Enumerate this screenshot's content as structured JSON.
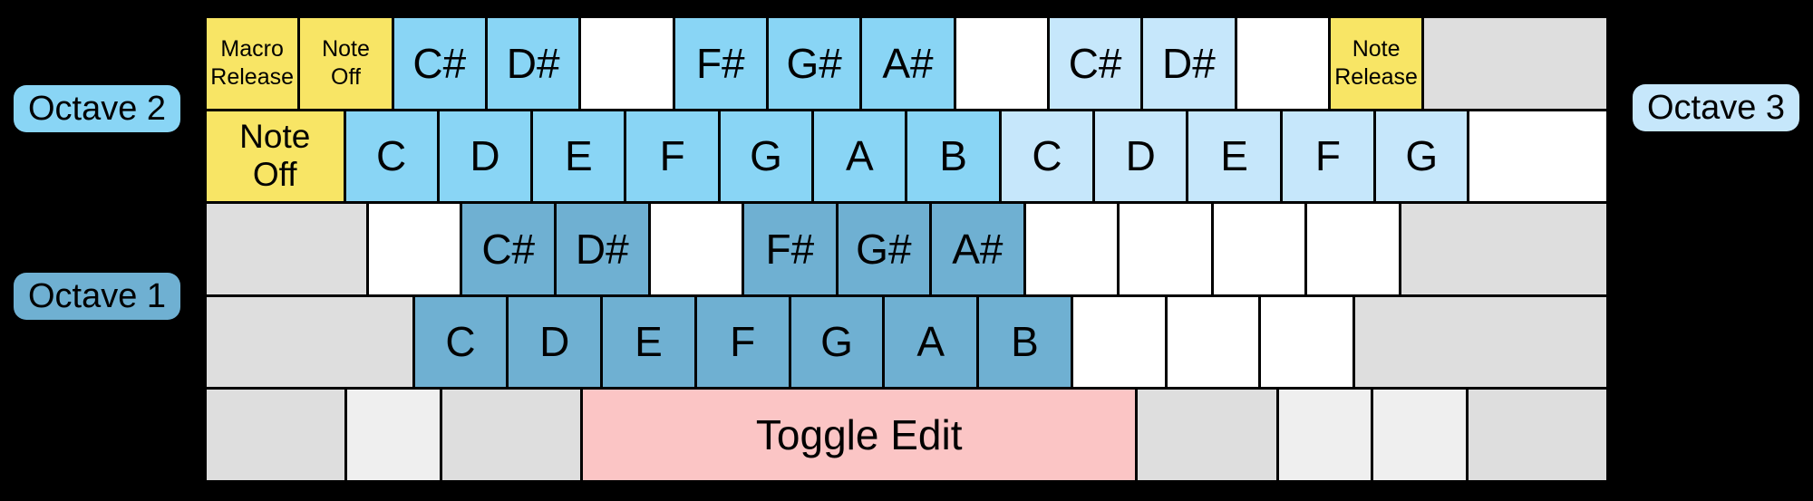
{
  "diagram": {
    "octave_labels": {
      "left_top": "Octave 2",
      "left_bottom": "Octave 1",
      "right_top": "Octave 3"
    }
  },
  "colors": {
    "octave1": "#6FB0D2",
    "octave2": "#89D5F5",
    "octave3": "#C6E7FB",
    "function_yellow": "#F8E565",
    "toggle_pink": "#FBC5C5",
    "blank_white": "#FFFFFF",
    "gray": "#DEDEDE",
    "gray_light": "#EFEFEF"
  },
  "keyboard": {
    "rows": [
      {
        "keys": [
          {
            "name": "key-macro-release",
            "label": "Macro\nRelease",
            "color": "function_yellow",
            "units": 1,
            "size": "small"
          },
          {
            "name": "key-note-off-top",
            "label": "Note\nOff",
            "color": "function_yellow",
            "units": 1,
            "size": "small"
          },
          {
            "name": "key-csharp-oct2",
            "label": "C#",
            "color": "octave2",
            "units": 1
          },
          {
            "name": "key-dsharp-oct2",
            "label": "D#",
            "color": "octave2",
            "units": 1
          },
          {
            "name": "key-blank",
            "label": "",
            "color": "blank_white",
            "units": 1
          },
          {
            "name": "key-fsharp-oct2",
            "label": "F#",
            "color": "octave2",
            "units": 1
          },
          {
            "name": "key-gsharp-oct2",
            "label": "G#",
            "color": "octave2",
            "units": 1
          },
          {
            "name": "key-asharp-oct2",
            "label": "A#",
            "color": "octave2",
            "units": 1
          },
          {
            "name": "key-blank",
            "label": "",
            "color": "blank_white",
            "units": 1
          },
          {
            "name": "key-csharp-oct3",
            "label": "C#",
            "color": "octave3",
            "units": 1
          },
          {
            "name": "key-dsharp-oct3",
            "label": "D#",
            "color": "octave3",
            "units": 1
          },
          {
            "name": "key-blank",
            "label": "",
            "color": "blank_white",
            "units": 1
          },
          {
            "name": "key-note-release",
            "label": "Note\nRelease",
            "color": "function_yellow",
            "units": 1,
            "size": "small"
          },
          {
            "name": "key-backspace-unmapped",
            "label": "",
            "color": "gray",
            "units": 2
          }
        ]
      },
      {
        "keys": [
          {
            "name": "key-note-off",
            "label": "Note\nOff",
            "color": "function_yellow",
            "units": 1.5,
            "size": "medium"
          },
          {
            "name": "key-c-oct2",
            "label": "C",
            "color": "octave2",
            "units": 1
          },
          {
            "name": "key-d-oct2",
            "label": "D",
            "color": "octave2",
            "units": 1
          },
          {
            "name": "key-e-oct2",
            "label": "E",
            "color": "octave2",
            "units": 1
          },
          {
            "name": "key-f-oct2",
            "label": "F",
            "color": "octave2",
            "units": 1
          },
          {
            "name": "key-g-oct2",
            "label": "G",
            "color": "octave2",
            "units": 1
          },
          {
            "name": "key-a-oct2",
            "label": "A",
            "color": "octave2",
            "units": 1
          },
          {
            "name": "key-b-oct2",
            "label": "B",
            "color": "octave2",
            "units": 1
          },
          {
            "name": "key-c-oct3",
            "label": "C",
            "color": "octave3",
            "units": 1
          },
          {
            "name": "key-d-oct3",
            "label": "D",
            "color": "octave3",
            "units": 1
          },
          {
            "name": "key-e-oct3",
            "label": "E",
            "color": "octave3",
            "units": 1
          },
          {
            "name": "key-f-oct3",
            "label": "F",
            "color": "octave3",
            "units": 1
          },
          {
            "name": "key-g-oct3",
            "label": "G",
            "color": "octave3",
            "units": 1
          },
          {
            "name": "key-blank",
            "label": "",
            "color": "blank_white",
            "units": 1.5
          }
        ]
      },
      {
        "keys": [
          {
            "name": "key-caps-unmapped",
            "label": "",
            "color": "gray",
            "units": 1.75
          },
          {
            "name": "key-blank",
            "label": "",
            "color": "blank_white",
            "units": 1
          },
          {
            "name": "key-csharp-oct1",
            "label": "C#",
            "color": "octave1",
            "units": 1
          },
          {
            "name": "key-dsharp-oct1",
            "label": "D#",
            "color": "octave1",
            "units": 1
          },
          {
            "name": "key-blank",
            "label": "",
            "color": "blank_white",
            "units": 1
          },
          {
            "name": "key-fsharp-oct1",
            "label": "F#",
            "color": "octave1",
            "units": 1
          },
          {
            "name": "key-gsharp-oct1",
            "label": "G#",
            "color": "octave1",
            "units": 1
          },
          {
            "name": "key-asharp-oct1",
            "label": "A#",
            "color": "octave1",
            "units": 1
          },
          {
            "name": "key-blank",
            "label": "",
            "color": "blank_white",
            "units": 1
          },
          {
            "name": "key-blank",
            "label": "",
            "color": "blank_white",
            "units": 1
          },
          {
            "name": "key-blank",
            "label": "",
            "color": "blank_white",
            "units": 1
          },
          {
            "name": "key-blank",
            "label": "",
            "color": "blank_white",
            "units": 1
          },
          {
            "name": "key-enter-unmapped",
            "label": "",
            "color": "gray",
            "units": 2.25
          }
        ]
      },
      {
        "keys": [
          {
            "name": "key-shift-left-unmapped",
            "label": "",
            "color": "gray",
            "units": 2.25
          },
          {
            "name": "key-c-oct1",
            "label": "C",
            "color": "octave1",
            "units": 1
          },
          {
            "name": "key-d-oct1",
            "label": "D",
            "color": "octave1",
            "units": 1
          },
          {
            "name": "key-e-oct1",
            "label": "E",
            "color": "octave1",
            "units": 1
          },
          {
            "name": "key-f-oct1",
            "label": "F",
            "color": "octave1",
            "units": 1
          },
          {
            "name": "key-g-oct1",
            "label": "G",
            "color": "octave1",
            "units": 1
          },
          {
            "name": "key-a-oct1",
            "label": "A",
            "color": "octave1",
            "units": 1
          },
          {
            "name": "key-b-oct1",
            "label": "B",
            "color": "octave1",
            "units": 1
          },
          {
            "name": "key-blank",
            "label": "",
            "color": "blank_white",
            "units": 1
          },
          {
            "name": "key-blank",
            "label": "",
            "color": "blank_white",
            "units": 1
          },
          {
            "name": "key-blank",
            "label": "",
            "color": "blank_white",
            "units": 1
          },
          {
            "name": "key-shift-right-unmapped",
            "label": "",
            "color": "gray",
            "units": 2.75
          }
        ]
      },
      {
        "keys": [
          {
            "name": "key-ctrl-left-unmapped",
            "label": "",
            "color": "gray",
            "units": 1.5
          },
          {
            "name": "key-mod-left-unmapped",
            "label": "",
            "color": "gray_light",
            "units": 1
          },
          {
            "name": "key-alt-left-unmapped",
            "label": "",
            "color": "gray",
            "units": 1.5
          },
          {
            "name": "key-toggle-edit-spacebar",
            "label": "Toggle Edit",
            "color": "toggle_pink",
            "units": 6
          },
          {
            "name": "key-alt-right-unmapped",
            "label": "",
            "color": "gray",
            "units": 1.5
          },
          {
            "name": "key-mod-right-unmapped",
            "label": "",
            "color": "gray_light",
            "units": 1
          },
          {
            "name": "key-mod-right-unmapped",
            "label": "",
            "color": "gray_light",
            "units": 1
          },
          {
            "name": "key-ctrl-right-unmapped",
            "label": "",
            "color": "gray",
            "units": 1.5
          }
        ]
      }
    ]
  }
}
